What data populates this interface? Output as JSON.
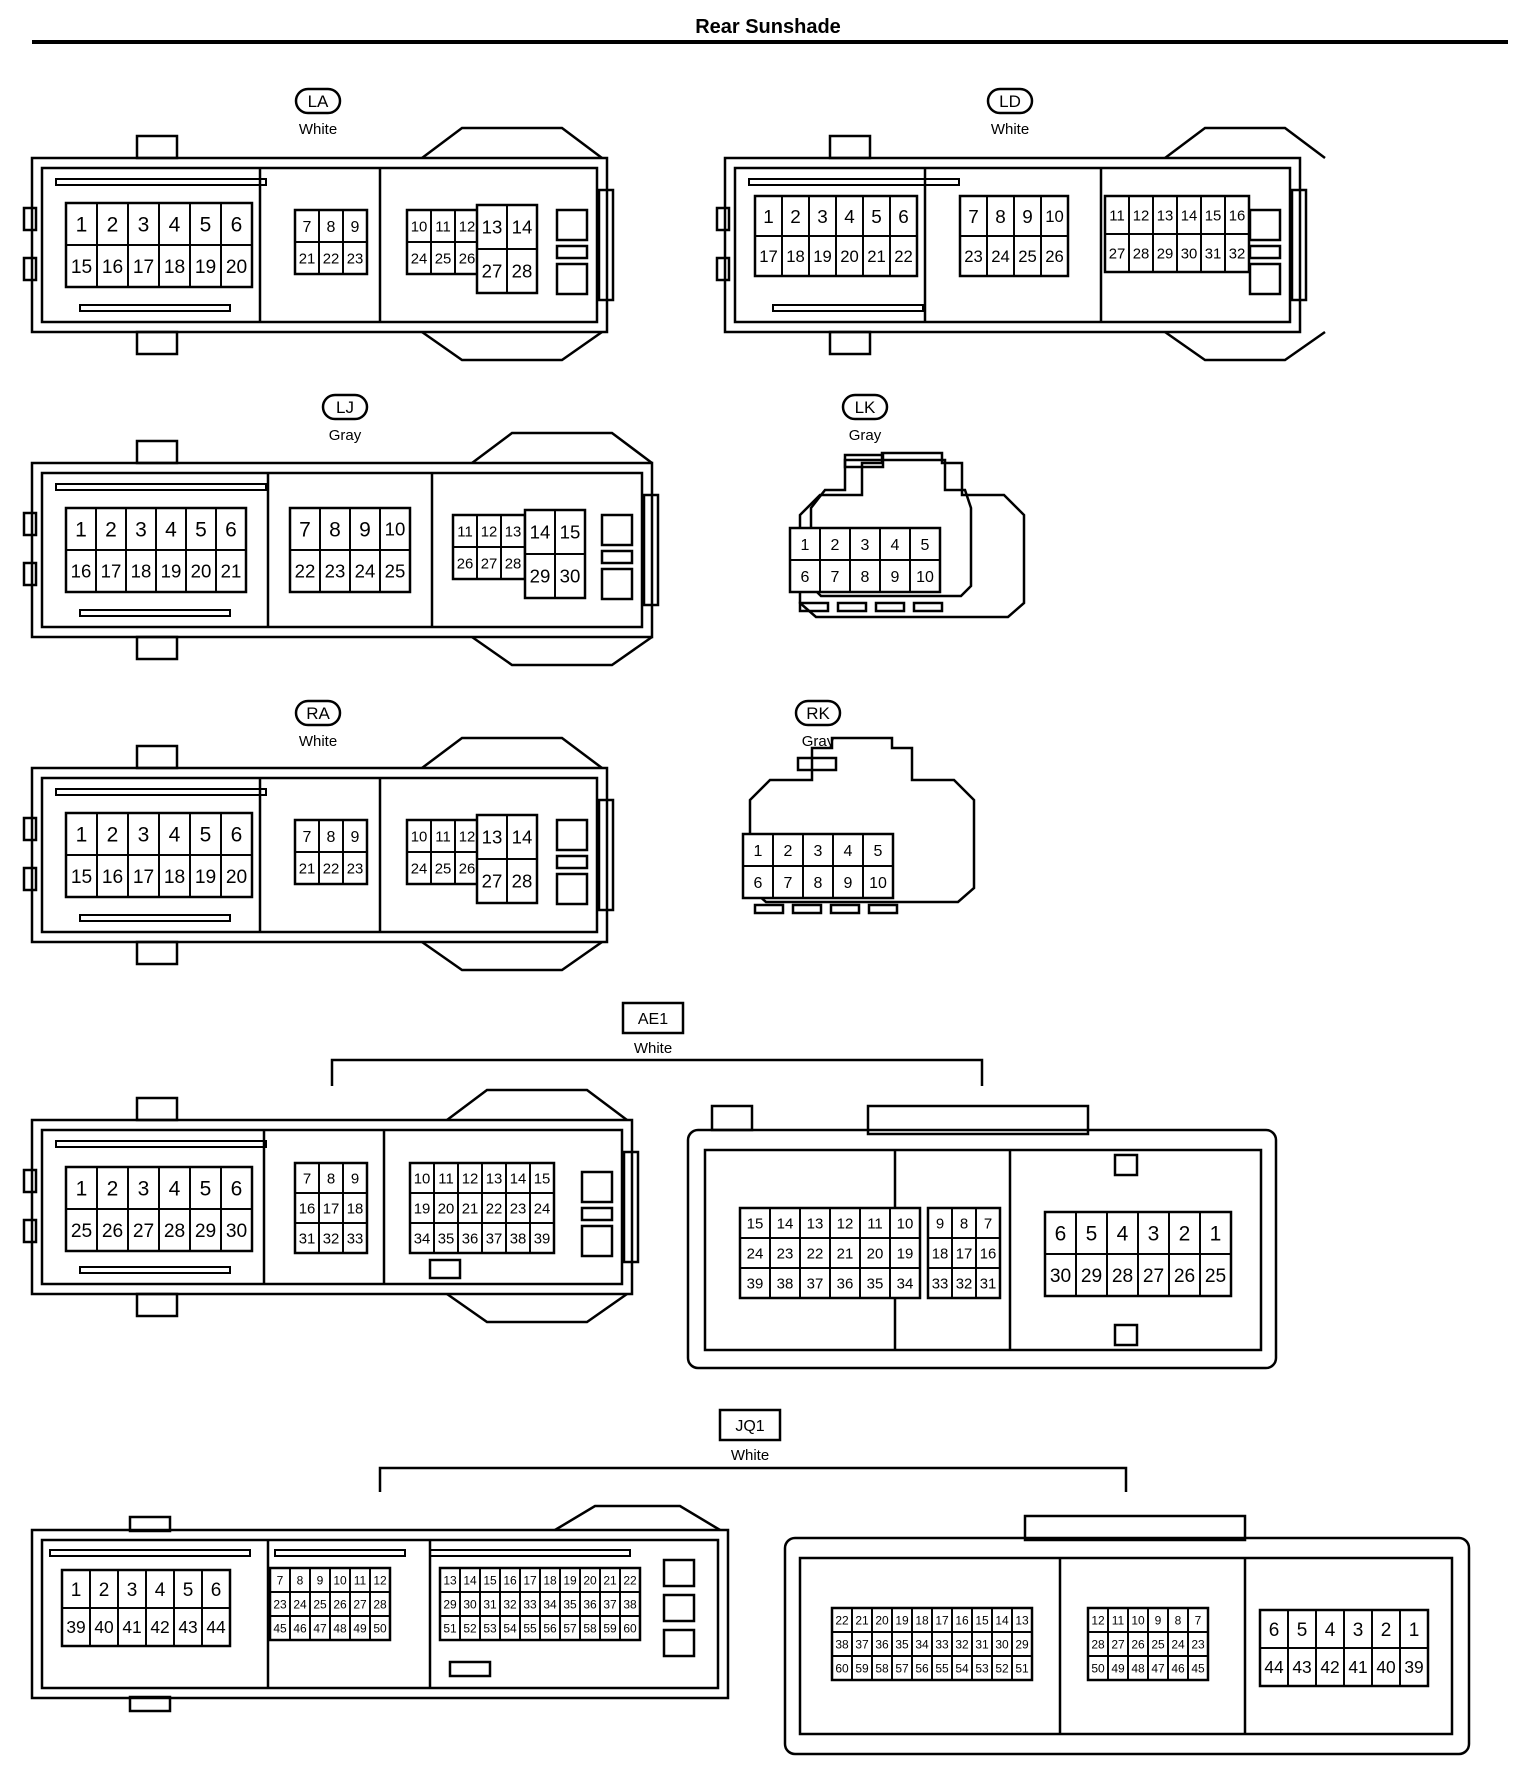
{
  "title": "Rear Sunshade",
  "connectors": [
    {
      "code": "LA",
      "color": "White",
      "groups": [
        [
          [
            "1",
            "2",
            "3",
            "4",
            "5",
            "6"
          ],
          [
            "15",
            "16",
            "17",
            "18",
            "19",
            "20"
          ]
        ],
        [
          [
            "7",
            "8",
            "9"
          ],
          [
            "21",
            "22",
            "23"
          ]
        ],
        [
          [
            "10",
            "11",
            "12"
          ],
          [
            "24",
            "25",
            "26"
          ]
        ],
        [
          [
            "13",
            "14"
          ],
          [
            "27",
            "28"
          ]
        ]
      ]
    },
    {
      "code": "LD",
      "color": "White",
      "groups": [
        [
          [
            "1",
            "2",
            "3",
            "4",
            "5",
            "6"
          ],
          [
            "17",
            "18",
            "19",
            "20",
            "21",
            "22"
          ]
        ],
        [
          [
            "7",
            "8",
            "9",
            "10"
          ],
          [
            "23",
            "24",
            "25",
            "26"
          ]
        ],
        [
          [
            "11",
            "12",
            "13",
            "14",
            "15",
            "16"
          ],
          [
            "27",
            "28",
            "29",
            "30",
            "31",
            "32"
          ]
        ]
      ]
    },
    {
      "code": "LJ",
      "color": "Gray",
      "groups": [
        [
          [
            "1",
            "2",
            "3",
            "4",
            "5",
            "6"
          ],
          [
            "16",
            "17",
            "18",
            "19",
            "20",
            "21"
          ]
        ],
        [
          [
            "7",
            "8",
            "9",
            "10"
          ],
          [
            "22",
            "23",
            "24",
            "25"
          ]
        ],
        [
          [
            "11",
            "12",
            "13"
          ],
          [
            "26",
            "27",
            "28"
          ]
        ],
        [
          [
            "14",
            "15"
          ],
          [
            "29",
            "30"
          ]
        ]
      ]
    },
    {
      "code": "LK",
      "color": "Gray",
      "groups": [
        [
          [
            "1",
            "2",
            "3",
            "4",
            "5"
          ],
          [
            "6",
            "7",
            "8",
            "9",
            "10"
          ]
        ]
      ]
    },
    {
      "code": "RA",
      "color": "White",
      "groups": [
        [
          [
            "1",
            "2",
            "3",
            "4",
            "5",
            "6"
          ],
          [
            "15",
            "16",
            "17",
            "18",
            "19",
            "20"
          ]
        ],
        [
          [
            "7",
            "8",
            "9"
          ],
          [
            "21",
            "22",
            "23"
          ]
        ],
        [
          [
            "10",
            "11",
            "12"
          ],
          [
            "24",
            "25",
            "26"
          ]
        ],
        [
          [
            "13",
            "14"
          ],
          [
            "27",
            "28"
          ]
        ]
      ]
    },
    {
      "code": "RK",
      "color": "Gray",
      "groups": [
        [
          [
            "1",
            "2",
            "3",
            "4",
            "5"
          ],
          [
            "6",
            "7",
            "8",
            "9",
            "10"
          ]
        ]
      ]
    },
    {
      "code": "AE1",
      "color": "White",
      "groups": [
        [
          [
            "1",
            "2",
            "3",
            "4",
            "5",
            "6"
          ],
          [
            "25",
            "26",
            "27",
            "28",
            "29",
            "30"
          ]
        ],
        [
          [
            "7",
            "8",
            "9"
          ],
          [
            "16",
            "17",
            "18"
          ],
          [
            "31",
            "32",
            "33"
          ]
        ],
        [
          [
            "10",
            "11",
            "12",
            "13",
            "14",
            "15"
          ],
          [
            "19",
            "20",
            "21",
            "22",
            "23",
            "24"
          ],
          [
            "34",
            "35",
            "36",
            "37",
            "38",
            "39"
          ]
        ],
        [
          [
            "15",
            "14",
            "13",
            "12",
            "11",
            "10"
          ],
          [
            "24",
            "23",
            "22",
            "21",
            "20",
            "19"
          ],
          [
            "39",
            "38",
            "37",
            "36",
            "35",
            "34"
          ]
        ],
        [
          [
            "9",
            "8",
            "7"
          ],
          [
            "18",
            "17",
            "16"
          ],
          [
            "33",
            "32",
            "31"
          ]
        ],
        [
          [
            "6",
            "5",
            "4",
            "3",
            "2",
            "1"
          ],
          [
            "30",
            "29",
            "28",
            "27",
            "26",
            "25"
          ]
        ]
      ]
    },
    {
      "code": "JQ1",
      "color": "White",
      "groups": [
        [
          [
            "1",
            "2",
            "3",
            "4",
            "5",
            "6"
          ],
          [
            "39",
            "40",
            "41",
            "42",
            "43",
            "44"
          ]
        ],
        [
          [
            "7",
            "8",
            "9",
            "10",
            "11",
            "12"
          ],
          [
            "23",
            "24",
            "25",
            "26",
            "27",
            "28"
          ],
          [
            "45",
            "46",
            "47",
            "48",
            "49",
            "50"
          ]
        ],
        [
          [
            "13",
            "14",
            "15",
            "16",
            "17",
            "18",
            "19",
            "20",
            "21",
            "22"
          ],
          [
            "29",
            "30",
            "31",
            "32",
            "33",
            "34",
            "35",
            "36",
            "37",
            "38"
          ],
          [
            "51",
            "52",
            "53",
            "54",
            "55",
            "56",
            "57",
            "58",
            "59",
            "60"
          ]
        ],
        [
          [
            "22",
            "21",
            "20",
            "19",
            "18",
            "17",
            "16",
            "15",
            "14",
            "13"
          ],
          [
            "38",
            "37",
            "36",
            "35",
            "34",
            "33",
            "32",
            "31",
            "30",
            "29"
          ],
          [
            "60",
            "59",
            "58",
            "57",
            "56",
            "55",
            "54",
            "53",
            "52",
            "51"
          ]
        ],
        [
          [
            "12",
            "11",
            "10",
            "9",
            "8",
            "7"
          ],
          [
            "28",
            "27",
            "26",
            "25",
            "24",
            "23"
          ],
          [
            "50",
            "49",
            "48",
            "47",
            "46",
            "45"
          ]
        ],
        [
          [
            "6",
            "5",
            "4",
            "3",
            "2",
            "1"
          ],
          [
            "44",
            "43",
            "42",
            "41",
            "40",
            "39"
          ]
        ]
      ]
    }
  ]
}
